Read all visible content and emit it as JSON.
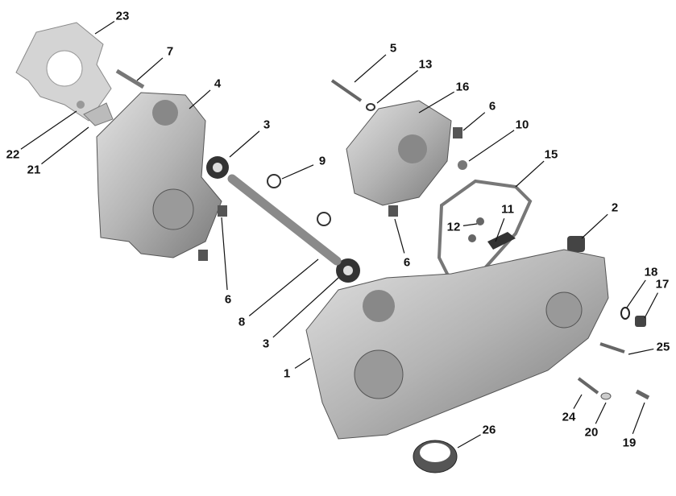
{
  "diagram": {
    "type": "exploded-parts-view",
    "callouts": [
      "23",
      "7",
      "4",
      "3",
      "22",
      "21",
      "5",
      "13",
      "16",
      "6",
      "10",
      "9",
      "15",
      "2",
      "12",
      "11",
      "6",
      "6",
      "8",
      "3",
      "18",
      "17",
      "1",
      "25",
      "24",
      "20",
      "19",
      "26"
    ],
    "colors": {
      "part_fill": "#b9b9b9",
      "part_dark": "#6e6e6e",
      "line": "#111111"
    }
  }
}
